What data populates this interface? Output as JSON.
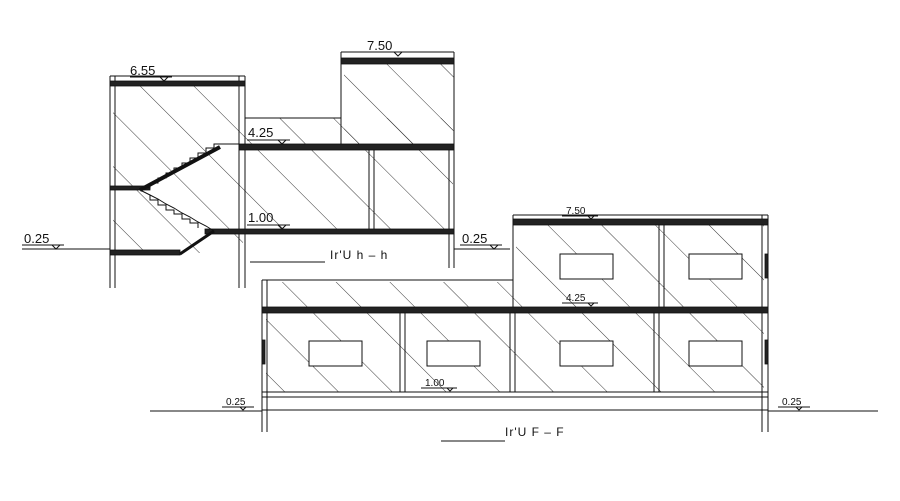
{
  "section_top": {
    "caption": "Ir'U  h  –    h",
    "levels": {
      "roof_left": "6.55",
      "roof_right": "7.50",
      "first_floor": "4.25",
      "landing": "1.00",
      "ground_left": "0.25",
      "ground_right": "0.25"
    }
  },
  "section_bottom": {
    "caption": "Ir'U    F  –    F",
    "levels": {
      "roof": "7.50",
      "first_floor": "4.25",
      "ground_floor": "1.00",
      "ground_left": "0.25",
      "ground_right": "0.25"
    }
  }
}
